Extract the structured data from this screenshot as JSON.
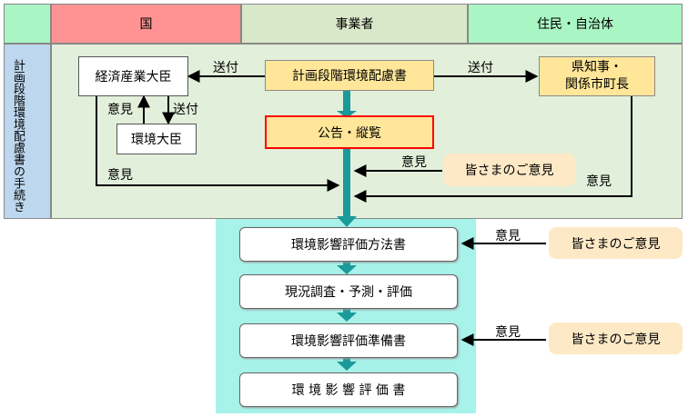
{
  "header": {
    "col_country": "国",
    "col_business": "事業者",
    "col_resident": "住民・自治体"
  },
  "side_title": "計画段階環境配慮書の手続き",
  "boxes": {
    "meti": "経済産業大臣",
    "moe": "環境大臣",
    "plan_doc": "計画段階環境配慮書",
    "prefecture": "県知事・\n関係市町長",
    "notice": "公告・縦覧",
    "method_doc": "環境影響評価方法書",
    "survey": "現況調査・予測・評価",
    "prep_doc": "環境影響評価準備書",
    "final_doc": "環 境 影 響 評 価 書"
  },
  "labels": {
    "send_left": "送付",
    "send_right": "送付",
    "send_down": "送付",
    "opinion_meti": "意見",
    "opinion_meti_bottom": "意見",
    "opinion_public": "意見",
    "opinion_pref": "意見",
    "opinion_method": "意見",
    "opinion_prep": "意見"
  },
  "opinion_boxes": {
    "public_1": "皆さまのご意見",
    "public_2": "皆さまのご意見",
    "public_3": "皆さまのご意見"
  },
  "colors": {
    "country": "#ff9393",
    "business": "#d9e8c8",
    "resident": "#a9f5c4",
    "side": "#bdd7ee",
    "area": "#e2efda",
    "teal_area": "#a7f3ea",
    "arrow_teal": "#1a9a9a",
    "notice_border": "#ff0000"
  }
}
